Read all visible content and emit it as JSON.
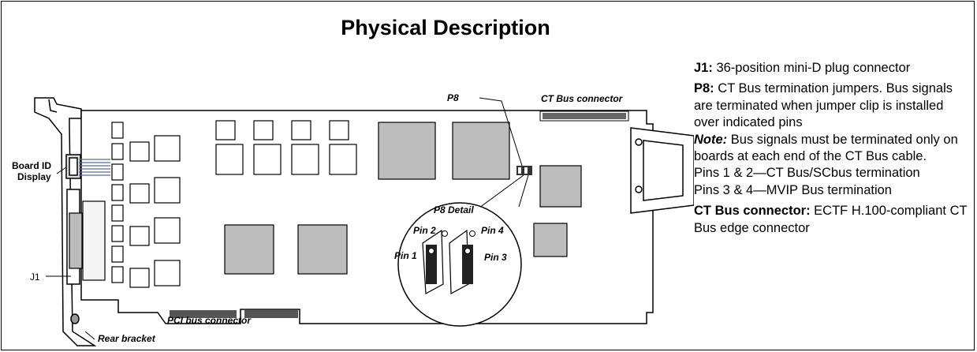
{
  "title": "Physical Description",
  "labels": {
    "p8": "P8",
    "ct_bus_connector": "CT Bus connector",
    "board_id": "Board ID",
    "display": "Display",
    "j1": "J1",
    "p8_detail": "P8 Detail",
    "pin1": "Pin 1",
    "pin2": "Pin 2",
    "pin3": "Pin 3",
    "pin4": "Pin 4",
    "pci_bus_connector": "PCI bus connector",
    "rear_bracket": "Rear bracket"
  },
  "description": {
    "j1_key": "J1:",
    "j1_text": " 36-position mini-D plug connector",
    "p8_key": "P8:",
    "p8_text": " CT Bus termination jumpers. Bus signals are terminated when jumper clip is installed over indicated pins",
    "note_key": "Note:",
    "note_text": " Bus signals must be terminated only on boards at each end of the CT Bus cable.",
    "pins12": "Pins 1 & 2—CT Bus/SCbus termination",
    "pins34": "Pins 3 & 4—MVIP Bus termination",
    "ct_key": "CT Bus connector:",
    "ct_text": " ECTF H.100-compliant CT Bus edge connector"
  }
}
